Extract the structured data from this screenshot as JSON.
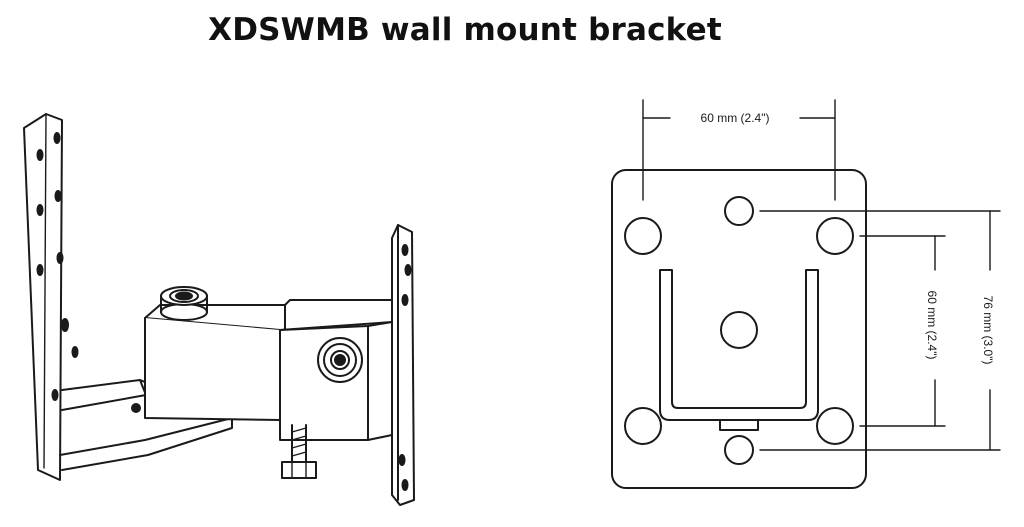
{
  "title": "XDSWMB wall mount bracket",
  "dimensions": {
    "top_width": "60 mm (2.4\")",
    "inner_height": "60 mm (2.4\")",
    "outer_height": "76 mm (3.0\")"
  },
  "colors": {
    "line": "#1a1a1a",
    "background": "#ffffff"
  }
}
